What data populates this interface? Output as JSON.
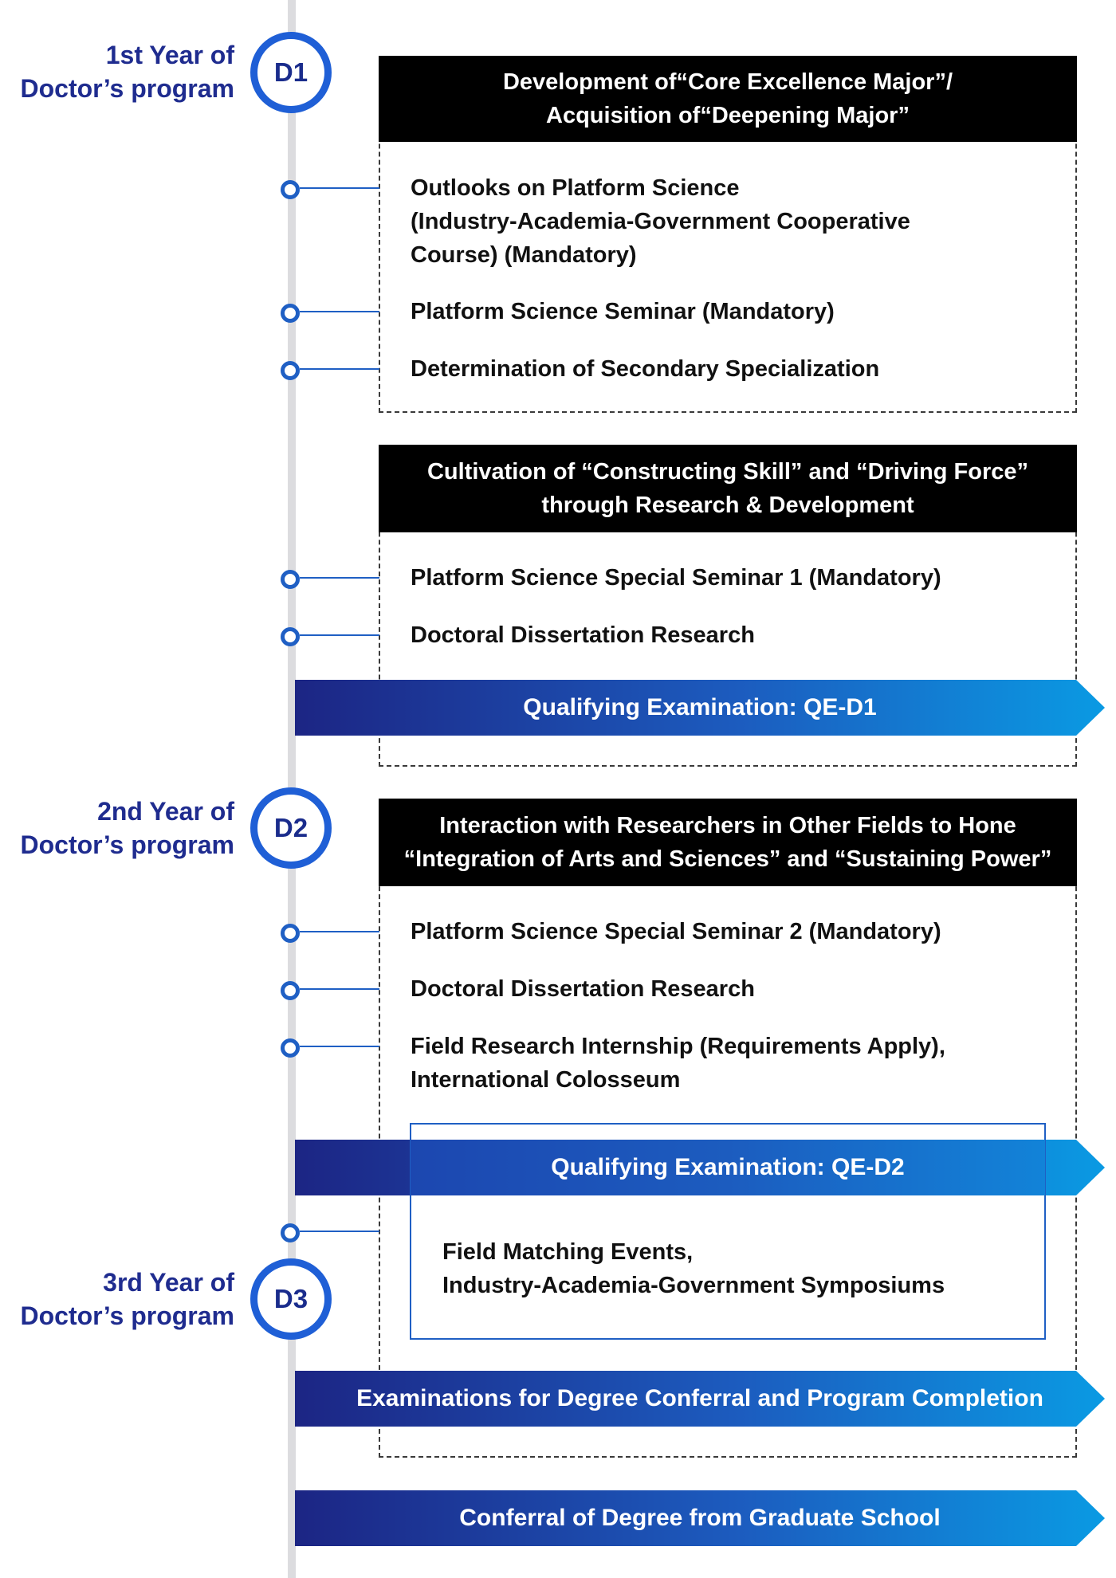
{
  "years": [
    {
      "label_line1": "1st Year of",
      "label_line2": "Doctor’s program",
      "badge": "D1"
    },
    {
      "label_line1": "2nd Year of",
      "label_line2": "Doctor’s program",
      "badge": "D2"
    },
    {
      "label_line1": "3rd Year of",
      "label_line2": "Doctor’s program",
      "badge": "D3"
    }
  ],
  "sections": [
    {
      "header_line1": "Development of“Core Excellence Major”/",
      "header_line2": "Acquisition of“Deepening Major”",
      "items": [
        {
          "lines": [
            "Outlooks on Platform Science",
            "(Industry-Academia-Government Cooperative",
            "Course) (Mandatory)"
          ]
        },
        {
          "lines": [
            "Platform Science Seminar (Mandatory)"
          ]
        },
        {
          "lines": [
            "Determination of Secondary Specialization"
          ]
        }
      ]
    },
    {
      "header_line1": "Cultivation of “Constructing Skill” and “Driving Force”",
      "header_line2": "through Research & Development",
      "items": [
        {
          "lines": [
            "Platform Science Special Seminar 1 (Mandatory)"
          ]
        },
        {
          "lines": [
            "Doctoral Dissertation Research"
          ]
        }
      ]
    },
    {
      "header_line1": "Interaction with Researchers in Other Fields to Hone",
      "header_line2": "“Integration of Arts and Sciences” and “Sustaining Power”",
      "items": [
        {
          "lines": [
            "Platform Science Special Seminar 2 (Mandatory)"
          ]
        },
        {
          "lines": [
            "Doctoral Dissertation Research"
          ]
        },
        {
          "lines": [
            "Field Research Internship (Requirements Apply),",
            "International Colosseum"
          ]
        }
      ]
    }
  ],
  "field_events": {
    "lines": [
      "Field Matching Events,",
      "Industry-Academia-Government Symposiums"
    ]
  },
  "banners": {
    "qe_d1": "Qualifying Examination: QE-D1",
    "qe_d2": "Qualifying Examination: QE-D2",
    "exams": "Examinations for Degree Conferral and Program Completion",
    "conferral": "Conferral of Degree from Graduate School"
  },
  "colors": {
    "badge_blue": "#1f5fd6",
    "year_text": "#1f2c8f",
    "banner_start": "#1c2584",
    "banner_end": "#0a9ae3",
    "timeline_gray": "#dcdcdf"
  }
}
